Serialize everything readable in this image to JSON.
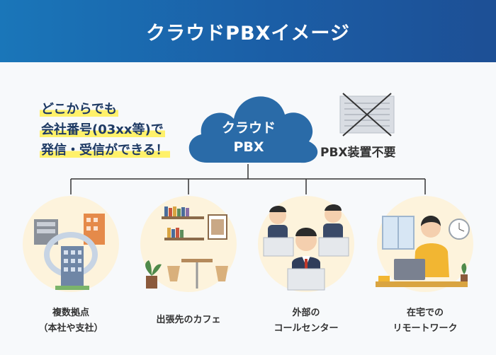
{
  "header": {
    "title": "クラウドPBXイメージ"
  },
  "tagline": {
    "line1": "どこからでも",
    "line2": "会社番号(03xx等)で",
    "line3": "発信・受信ができる！"
  },
  "cloud": {
    "line1": "クラウド",
    "line2": "PBX"
  },
  "pbx_device": {
    "label": "PBX装置不要"
  },
  "locations": [
    {
      "line1": "複数拠点",
      "line2": "（本社や支社）"
    },
    {
      "line1": "出張先のカフェ",
      "line2": ""
    },
    {
      "line1": "外部の",
      "line2": "コールセンター"
    },
    {
      "line1": "在宅での",
      "line2": "リモートワーク"
    }
  ],
  "colors": {
    "header": "#1b5ea6",
    "cloud": "#2a6ba8",
    "highlight": "#fff16a",
    "circle": "#fdf3dc"
  }
}
